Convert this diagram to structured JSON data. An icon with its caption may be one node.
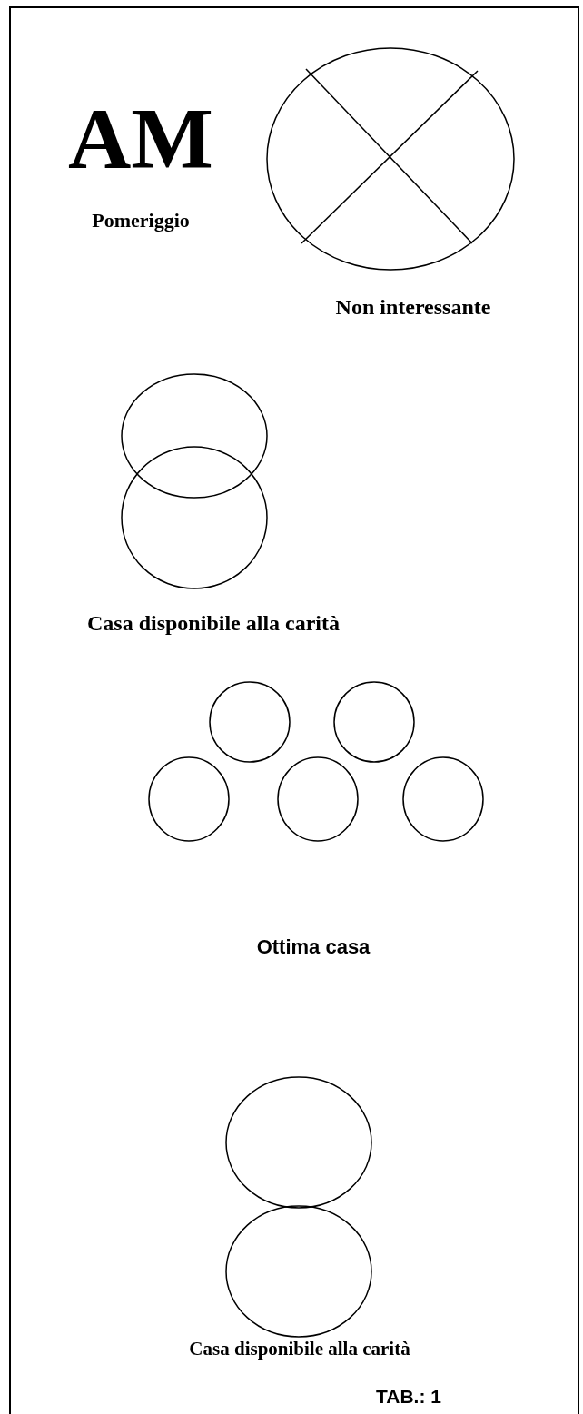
{
  "diagram": {
    "labels": [
      "AM",
      "Pomeriggio",
      "Non interessante",
      "Casa disponibile alla carità",
      "Ottima casa",
      "Casa disponibile alla carità",
      "TAB.: 1"
    ]
  }
}
